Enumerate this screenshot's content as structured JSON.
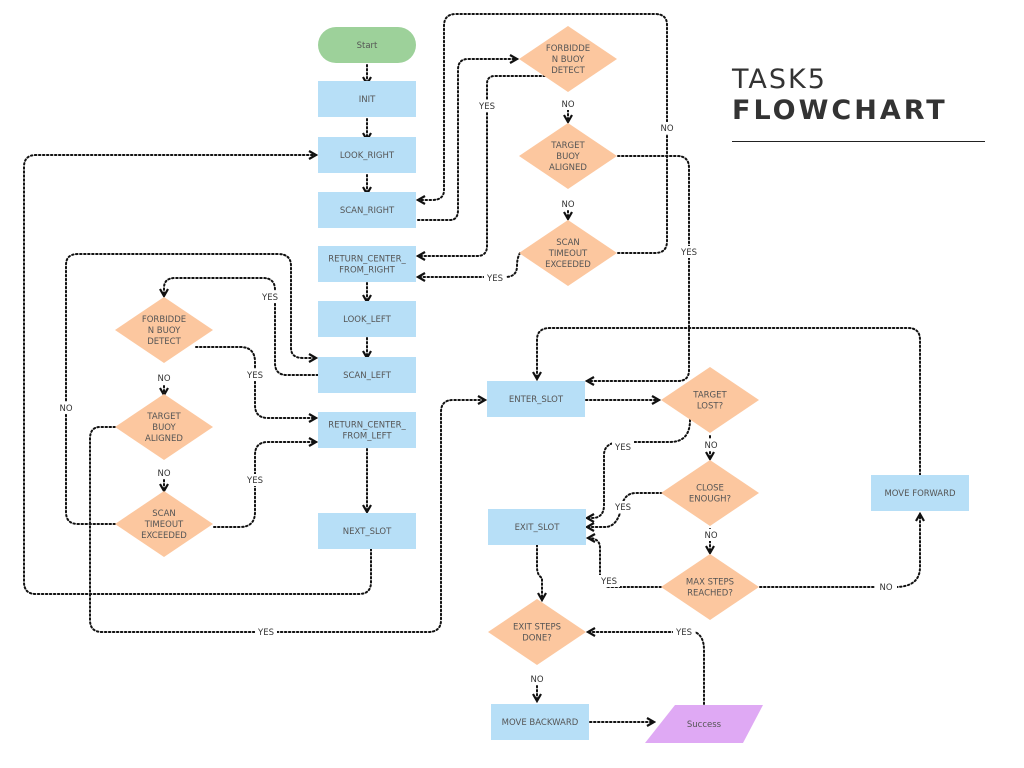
{
  "title": {
    "line1": "TASK5",
    "line2": "FLOWCHART"
  },
  "colors": {
    "terminal": "#9dd19a",
    "process": "#b7dff7",
    "decision": "#fcc79f",
    "output": "#dfa9f4",
    "edge": "#111111",
    "text": "#555555"
  },
  "nodes": [
    {
      "id": "start",
      "type": "terminal",
      "lines": [
        "Start"
      ]
    },
    {
      "id": "init",
      "type": "process",
      "lines": [
        "INIT"
      ]
    },
    {
      "id": "look_right",
      "type": "process",
      "lines": [
        "LOOK_RIGHT"
      ]
    },
    {
      "id": "scan_right",
      "type": "process",
      "lines": [
        "SCAN_RIGHT"
      ]
    },
    {
      "id": "return_center_from_right",
      "type": "process",
      "lines": [
        "RETURN_CENTER_",
        "FROM_RIGHT"
      ]
    },
    {
      "id": "look_left",
      "type": "process",
      "lines": [
        "LOOK_LEFT"
      ]
    },
    {
      "id": "scan_left",
      "type": "process",
      "lines": [
        "SCAN_LEFT"
      ]
    },
    {
      "id": "return_center_from_left",
      "type": "process",
      "lines": [
        "RETURN_CENTER_",
        "FROM_LEFT"
      ]
    },
    {
      "id": "next_slot",
      "type": "process",
      "lines": [
        "NEXT_SLOT"
      ]
    },
    {
      "id": "r_forbidden",
      "type": "decision",
      "lines": [
        "FORBIDDE",
        "N BUOY",
        "DETECT"
      ]
    },
    {
      "id": "r_target",
      "type": "decision",
      "lines": [
        "TARGET",
        "BUOY",
        "ALIGNED"
      ]
    },
    {
      "id": "r_timeout",
      "type": "decision",
      "lines": [
        "SCAN",
        "TIMEOUT",
        "EXCEEDED"
      ]
    },
    {
      "id": "l_forbidden",
      "type": "decision",
      "lines": [
        "FORBIDDE",
        "N BUOY",
        "DETECT"
      ]
    },
    {
      "id": "l_target",
      "type": "decision",
      "lines": [
        "TARGET",
        "BUOY",
        "ALIGNED"
      ]
    },
    {
      "id": "l_timeout",
      "type": "decision",
      "lines": [
        "SCAN",
        "TIMEOUT",
        "EXCEEDED"
      ]
    },
    {
      "id": "enter_slot",
      "type": "process",
      "lines": [
        "ENTER_SLOT"
      ]
    },
    {
      "id": "target_lost",
      "type": "decision",
      "lines": [
        "TARGET",
        "LOST?"
      ]
    },
    {
      "id": "close_enough",
      "type": "decision",
      "lines": [
        "CLOSE",
        "ENOUGH?"
      ]
    },
    {
      "id": "max_steps",
      "type": "decision",
      "lines": [
        "MAX STEPS",
        "REACHED?"
      ]
    },
    {
      "id": "move_forward",
      "type": "process",
      "lines": [
        "MOVE FORWARD"
      ]
    },
    {
      "id": "exit_slot",
      "type": "process",
      "lines": [
        "EXIT_SLOT"
      ]
    },
    {
      "id": "exit_steps_done",
      "type": "decision",
      "lines": [
        "EXIT STEPS",
        "DONE?"
      ]
    },
    {
      "id": "move_backward",
      "type": "process",
      "lines": [
        "MOVE BACKWARD"
      ]
    },
    {
      "id": "success",
      "type": "output",
      "lines": [
        "Success"
      ]
    }
  ],
  "edges": [
    {
      "id": "start-init",
      "from": "start",
      "to": "init",
      "label": ""
    },
    {
      "id": "init-look_right",
      "from": "init",
      "to": "look_right",
      "label": ""
    },
    {
      "id": "look_right-scan_right",
      "from": "look_right",
      "to": "scan_right",
      "label": ""
    },
    {
      "id": "scan_right-r_forbidden",
      "from": "scan_right",
      "to": "r_forbidden",
      "label": ""
    },
    {
      "id": "r_forbidden-return_center_from_right",
      "from": "r_forbidden",
      "to": "return_center_from_right",
      "label": "YES"
    },
    {
      "id": "r_forbidden-r_target",
      "from": "r_forbidden",
      "to": "r_target",
      "label": "NO"
    },
    {
      "id": "r_target-enter_slot",
      "from": "r_target",
      "to": "enter_slot",
      "label": "YES"
    },
    {
      "id": "r_target-r_timeout",
      "from": "r_target",
      "to": "r_timeout",
      "label": "NO"
    },
    {
      "id": "r_timeout-scan_right",
      "from": "r_timeout",
      "to": "scan_right",
      "label": "NO"
    },
    {
      "id": "r_timeout-return_center_from_right",
      "from": "r_timeout",
      "to": "return_center_from_right",
      "label": "YES"
    },
    {
      "id": "return_center_from_right-look_left",
      "from": "return_center_from_right",
      "to": "look_left",
      "label": ""
    },
    {
      "id": "look_left-scan_left",
      "from": "look_left",
      "to": "scan_left",
      "label": ""
    },
    {
      "id": "scan_left-l_forbidden",
      "from": "scan_left",
      "to": "l_forbidden",
      "label": "YES"
    },
    {
      "id": "l_forbidden-return_center_from_left",
      "from": "l_forbidden",
      "to": "return_center_from_left",
      "label": "YES"
    },
    {
      "id": "l_forbidden-l_target",
      "from": "l_forbidden",
      "to": "l_target",
      "label": "NO"
    },
    {
      "id": "l_target-enter_slot",
      "from": "l_target",
      "to": "enter_slot",
      "label": "YES"
    },
    {
      "id": "l_target-l_timeout",
      "from": "l_target",
      "to": "l_timeout",
      "label": "NO"
    },
    {
      "id": "l_timeout-scan_left",
      "from": "l_timeout",
      "to": "scan_left",
      "label": "NO"
    },
    {
      "id": "l_timeout-return_center_from_left",
      "from": "l_timeout",
      "to": "return_center_from_left",
      "label": "YES"
    },
    {
      "id": "return_center_from_left-next_slot",
      "from": "return_center_from_left",
      "to": "next_slot",
      "label": ""
    },
    {
      "id": "next_slot-look_right",
      "from": "next_slot",
      "to": "look_right",
      "label": ""
    },
    {
      "id": "enter_slot-target_lost",
      "from": "enter_slot",
      "to": "target_lost",
      "label": ""
    },
    {
      "id": "target_lost-exit_slot",
      "from": "target_lost",
      "to": "exit_slot",
      "label": "YES"
    },
    {
      "id": "target_lost-close_enough",
      "from": "target_lost",
      "to": "close_enough",
      "label": "NO"
    },
    {
      "id": "close_enough-exit_slot",
      "from": "close_enough",
      "to": "exit_slot",
      "label": "YES"
    },
    {
      "id": "close_enough-max_steps",
      "from": "close_enough",
      "to": "max_steps",
      "label": "NO"
    },
    {
      "id": "max_steps-exit_slot",
      "from": "max_steps",
      "to": "exit_slot",
      "label": "YES"
    },
    {
      "id": "max_steps-move_forward",
      "from": "max_steps",
      "to": "move_forward",
      "label": "NO"
    },
    {
      "id": "move_forward-enter_slot",
      "from": "move_forward",
      "to": "enter_slot",
      "label": ""
    },
    {
      "id": "exit_slot-exit_steps_done",
      "from": "exit_slot",
      "to": "exit_steps_done",
      "label": ""
    },
    {
      "id": "exit_steps_done-move_backward",
      "from": "exit_steps_done",
      "to": "move_backward",
      "label": "NO"
    },
    {
      "id": "move_backward-success",
      "from": "move_backward",
      "to": "success",
      "label": ""
    },
    {
      "id": "success-exit_steps_done",
      "from": "success",
      "to": "exit_steps_done",
      "label": "YES"
    }
  ]
}
